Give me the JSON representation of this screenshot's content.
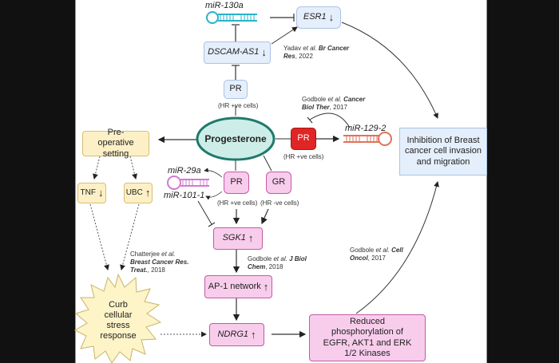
{
  "colors": {
    "background": "#111111",
    "canvas": "#ffffff",
    "blue_node": "#e5effb",
    "yellow_node": "#fdf0c6",
    "pink_node": "#f8cdec",
    "red_node": "#e02525",
    "progesterone_fill": "#cdeee8",
    "progesterone_border": "#1e7a6c",
    "mirna_blue": "#2ab3c7",
    "mirna_red": "#e0735a",
    "mirna_pink": "#d27ad0"
  },
  "nodes": {
    "progesterone": "Progesterone",
    "esr1": "ESR1",
    "dscam_as1": "DSCAM-AS1",
    "pr_blue": "PR",
    "pr_red": "PR",
    "pr_pink": "PR",
    "gr": "GR",
    "preoperative": "Pre-operative setting",
    "tnf": "TNF",
    "ubc": "UBC",
    "sgk1": "SGK1",
    "ap1": "AP-1 network",
    "ndrg1": "NDRG1",
    "curb": "Curb cellular stress response",
    "reduced": "Reduced phosphorylation of EGFR, AKT1 and ERK 1/2 Kinases",
    "inhibition": "Inhibition of Breast cancer cell invasion and migration"
  },
  "arrows": {
    "down": "↓",
    "up": "↑"
  },
  "mirnas": {
    "mir130a": "miR-130a",
    "mir1292": "miR-129-2",
    "mir29a": "miR-29a",
    "mir1011": "miR-101-1"
  },
  "labels": {
    "hr_pos_blue": "(HR +ve cells)",
    "hr_pos_red": "(HR +ve cells)",
    "hr_pos_pink": "(HR +ve cells)",
    "hr_neg": "(HR -ve cells)"
  },
  "references": {
    "yadav": {
      "authors": "Yadav",
      "etal": "et al.",
      "journal": "Br Cancer Res",
      "year": ", 2022"
    },
    "godbole_cbt": {
      "authors": "Godbole",
      "etal": "et al.",
      "journal": "Cancer Biol Ther",
      "year": ", 2017"
    },
    "chatterjee": {
      "authors": "Chatterjee",
      "etal": "et al.",
      "journal": "Breast Cancer Res. Treat.",
      "year": ", 2018"
    },
    "godbole_jbc": {
      "authors": "Godbole",
      "etal": "et al.",
      "journal": "J Biol Chem",
      "year": ", 2018"
    },
    "godbole_co": {
      "authors": "Godbole",
      "etal": "et al.",
      "journal": "Cell Oncol",
      "year": ", 2017"
    }
  }
}
